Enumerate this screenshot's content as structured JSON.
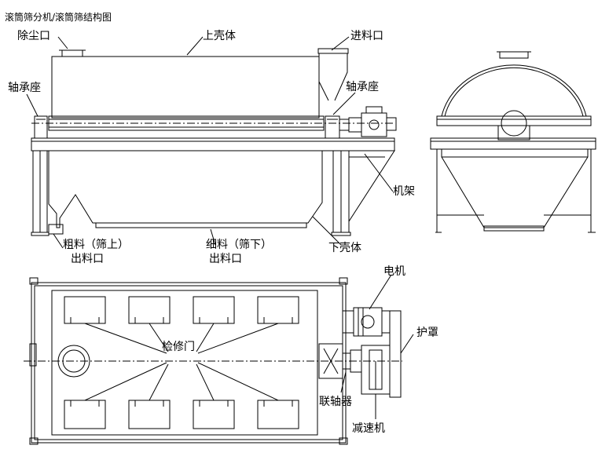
{
  "title": "滚筒筛分机/滚筒筛结构图",
  "labels": {
    "dust_outlet": "除尘口",
    "upper_shell": "上壳体",
    "feed_inlet": "进料口",
    "bearing_left": "轴承座",
    "bearing_right": "轴承座",
    "frame": "机架",
    "coarse_line1": "粗料（筛上）",
    "coarse_line2": "出料口",
    "fine_line1": "细料（筛下）",
    "fine_line2": "出料口",
    "lower_shell": "下壳体",
    "motor": "电机",
    "guard": "护罩",
    "inspection_door": "检修门",
    "coupling": "联轴器",
    "reducer": "减速机"
  }
}
